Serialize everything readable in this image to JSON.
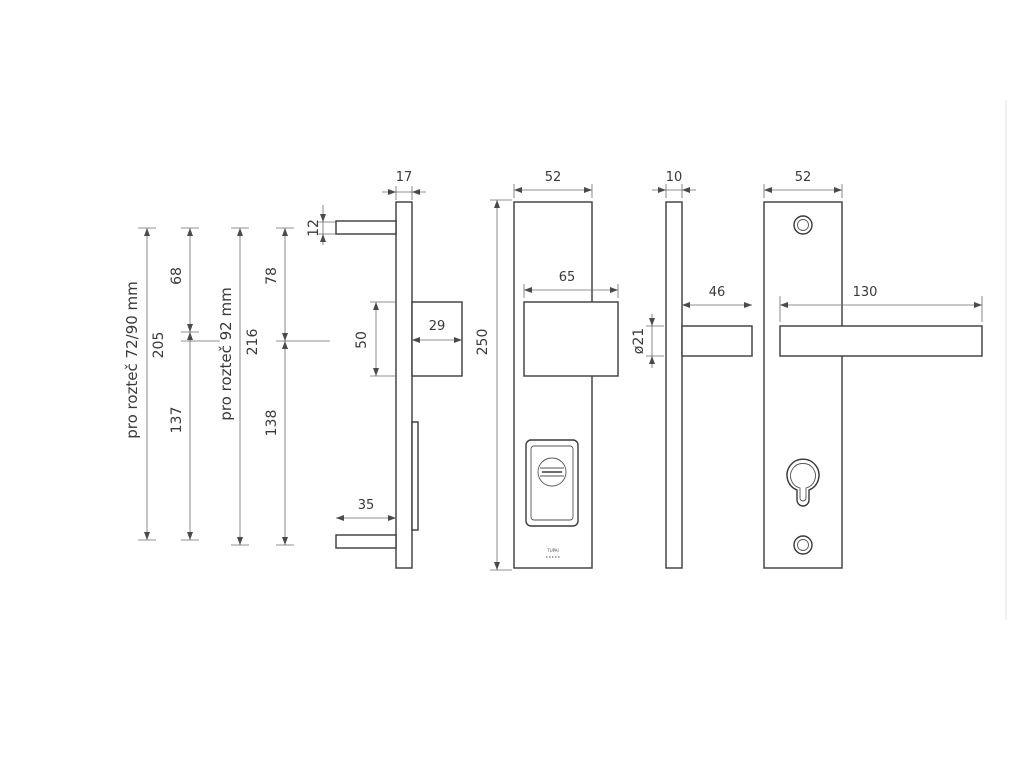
{
  "notes": {
    "spacing_72_90": "pro rozteč 72/90 mm",
    "spacing_92": "pro rozteč 92 mm"
  },
  "dimensions": {
    "d68": "68",
    "d205": "205",
    "d137": "137",
    "d78": "78",
    "d216": "216",
    "d138": "138",
    "d12": "12",
    "d17": "17",
    "d50": "50",
    "d29": "29",
    "d35": "35",
    "d52_left": "52",
    "d65": "65",
    "d250": "250",
    "d10": "10",
    "d46": "46",
    "dia21": "ø21",
    "d52_right": "52",
    "d130": "130"
  },
  "marks": {
    "logo": "TUPAI"
  }
}
